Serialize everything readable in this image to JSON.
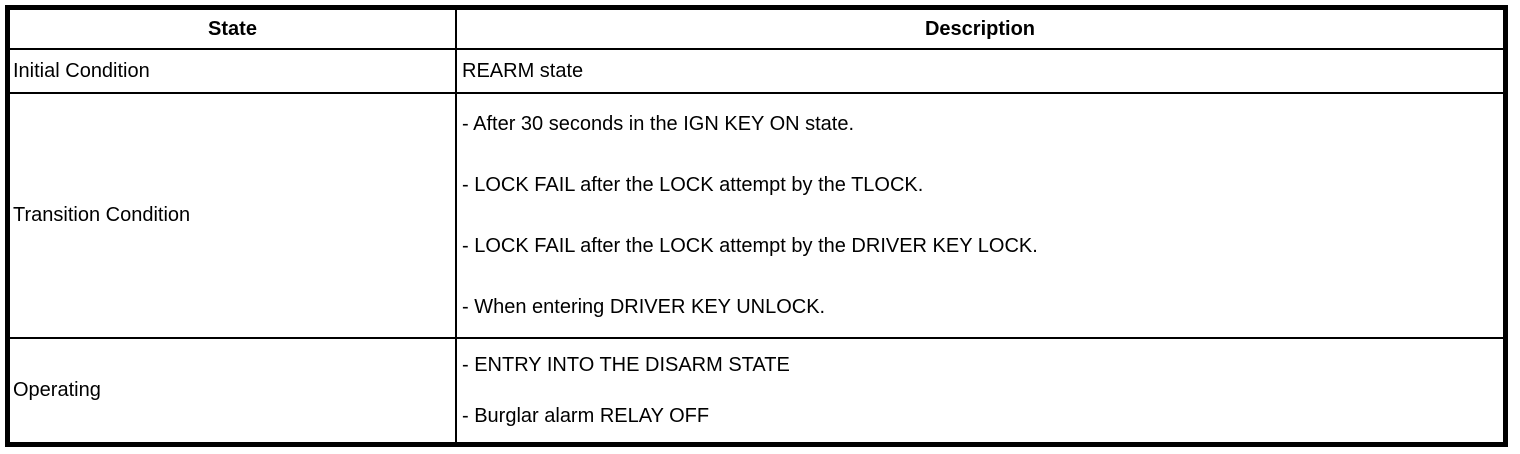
{
  "table": {
    "headers": {
      "state": "State",
      "description": "Description"
    },
    "rows": [
      {
        "state": "Initial Condition",
        "description_lines": [
          "REARM state"
        ]
      },
      {
        "state": "Transition Condition",
        "description_lines": [
          "- After 30 seconds in the IGN KEY ON state.",
          "- LOCK FAIL after the LOCK attempt by the TLOCK.",
          "- LOCK FAIL after the LOCK attempt by the DRIVER KEY LOCK.",
          "- When entering DRIVER KEY UNLOCK."
        ]
      },
      {
        "state": "Operating",
        "description_lines": [
          "- ENTRY INTO THE DISARM STATE",
          "- Burglar alarm RELAY OFF"
        ]
      }
    ],
    "colors": {
      "border": "#000000",
      "text": "#000000",
      "background": "#ffffff"
    }
  }
}
